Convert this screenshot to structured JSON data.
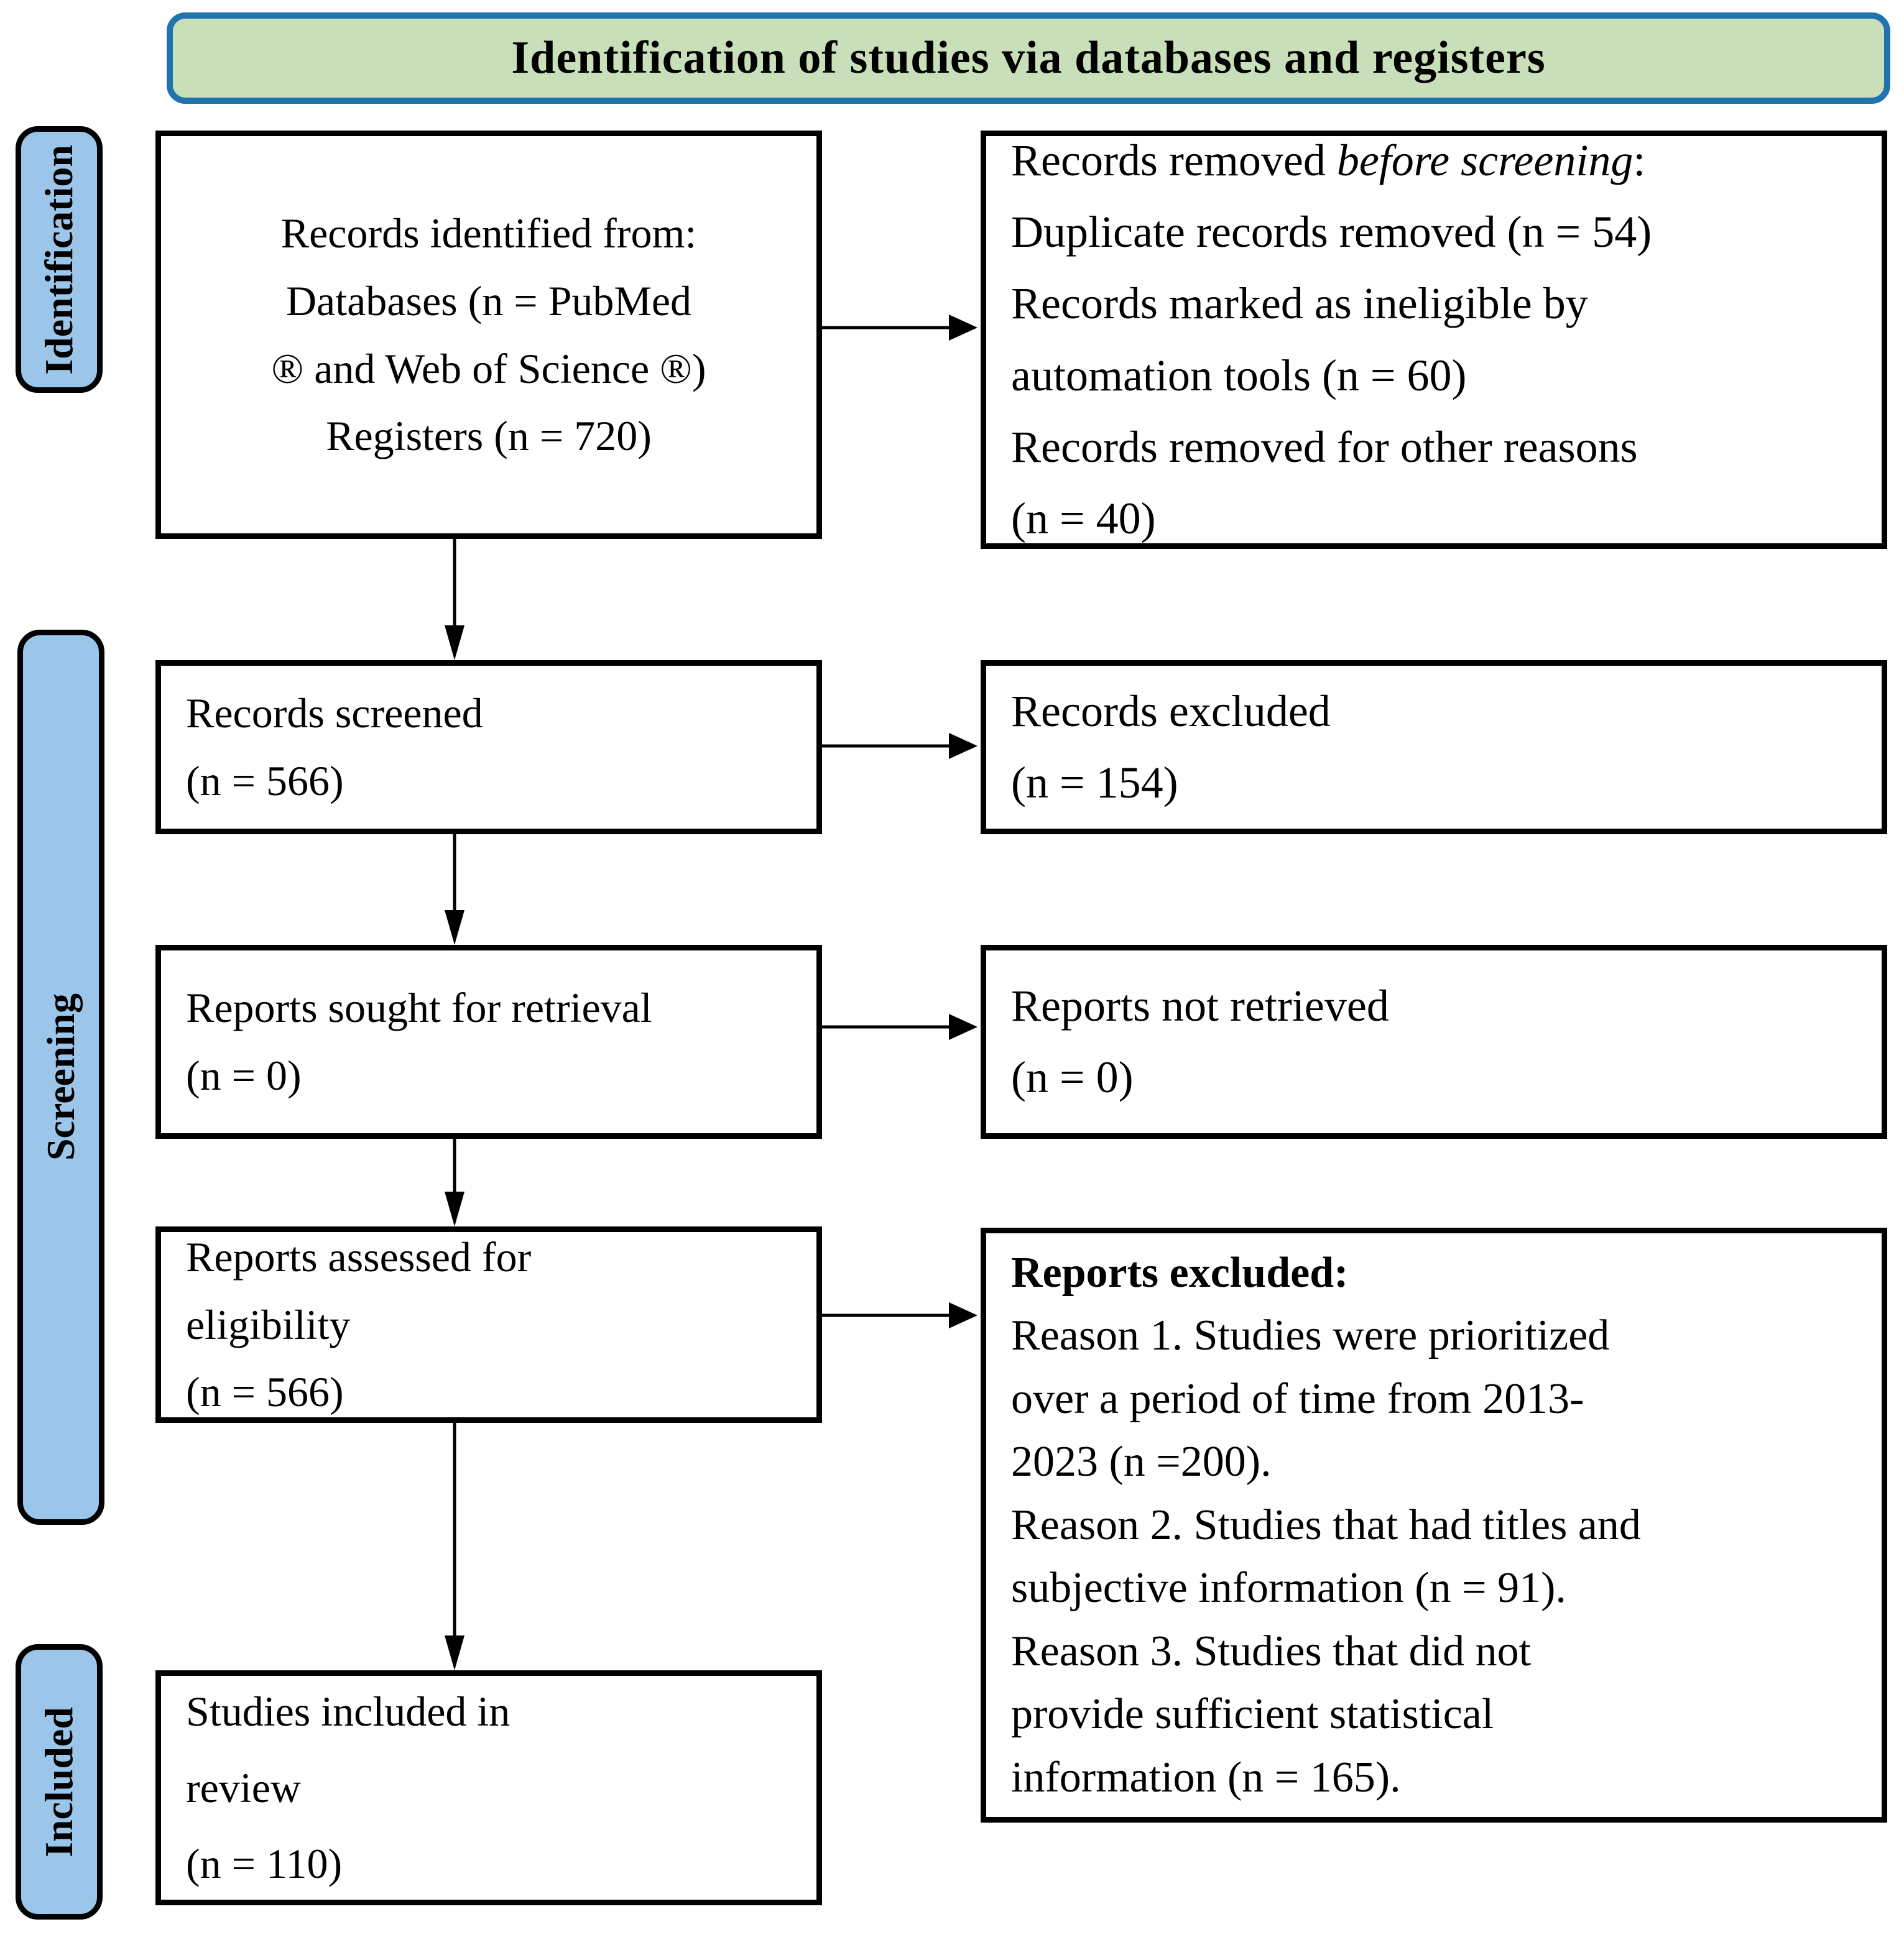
{
  "banner": {
    "title": "Identification of studies via databases and registers"
  },
  "stages": {
    "identification": "Identification",
    "screening": "Screening",
    "included": "Included"
  },
  "boxes": {
    "records_identified": "Records identified from:\nDatabases (n = PubMed\n® and Web of Science ®)\nRegisters (n = 720)",
    "records_removed_prefix": "Records removed ",
    "records_removed_italic": "before screening",
    "records_removed_colon": ":",
    "records_removed_details": "Duplicate records removed (n = 54)\nRecords marked as ineligible by\nautomation tools (n = 60)\nRecords removed for other reasons\n(n = 40)",
    "records_screened": "Records screened\n(n = 566)",
    "records_excluded": "Records excluded\n(n = 154)",
    "reports_sought": "Reports sought for retrieval\n(n = 0)",
    "reports_not_retrieved": "Reports not retrieved\n(n = 0)",
    "reports_assessed": "Reports assessed for\neligibility\n(n = 566)",
    "reports_excluded_heading": "Reports excluded:",
    "reports_excluded_reasons": "Reason 1. Studies were prioritized\nover a period of time from 2013-\n2023 (n =200).\nReason 2. Studies that had titles and\nsubjective information (n = 91).\nReason 3. Studies that did not\nprovide sufficient statistical\ninformation (n = 165).",
    "studies_included": "Studies included in\nreview\n(n = 110)"
  },
  "colors": {
    "banner-bg": "#c8dfba",
    "banner-border": "#2173ae",
    "stage-bg": "#9cc6e9",
    "box-border": "#000000",
    "arrow": "#000000"
  }
}
